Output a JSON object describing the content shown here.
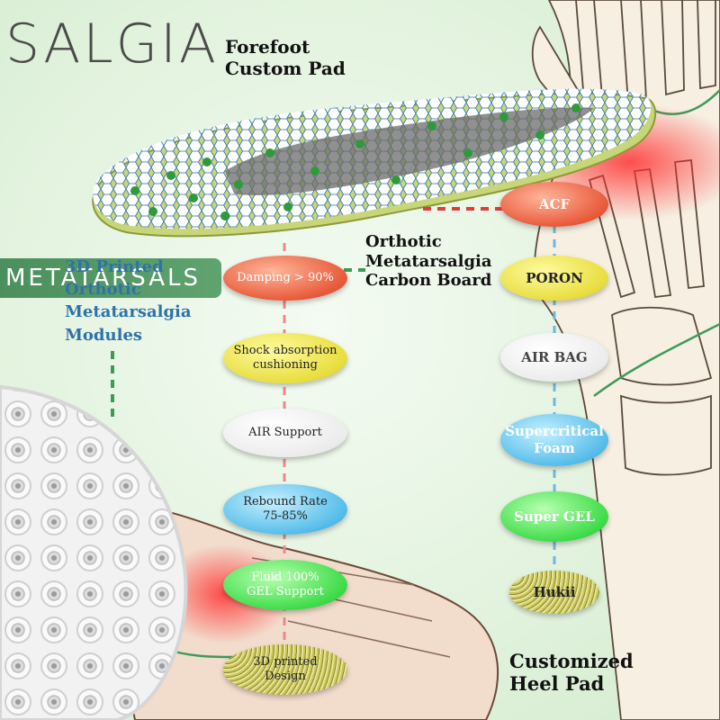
{
  "brand": {
    "name": "SALGIA"
  },
  "labels": {
    "forefoot": [
      "Forefoot",
      "Custom Pad"
    ],
    "orthotic": [
      "Orthotic",
      "Metatarsalgia",
      "Carbon Board"
    ],
    "modules": [
      "3D Printed",
      "Orthotic",
      "Metatarsalgia",
      "Modules"
    ],
    "heel_pad": [
      "Customized",
      "Heel Pad"
    ],
    "banner": "METATARSALS"
  },
  "left_modules": [
    {
      "lines": [
        "Damping > 90%"
      ],
      "color": "red"
    },
    {
      "lines": [
        "Shock absorption",
        "cushioning"
      ],
      "color": "yellow"
    },
    {
      "lines": [
        "AIR Support"
      ],
      "color": "white"
    },
    {
      "lines": [
        "Rebound Rate",
        "75-85%"
      ],
      "color": "blue"
    },
    {
      "lines": [
        "Fluid 100%",
        "GEL Support"
      ],
      "color": "green"
    },
    {
      "lines": [
        "3D printed",
        "Design"
      ],
      "color": "hex"
    }
  ],
  "right_modules": [
    {
      "lines": [
        "ACF"
      ],
      "color": "red"
    },
    {
      "lines": [
        "PORON"
      ],
      "color": "yellow"
    },
    {
      "lines": [
        "AIR BAG"
      ],
      "color": "white"
    },
    {
      "lines": [
        "Supercritical",
        "Foam"
      ],
      "color": "blue"
    },
    {
      "lines": [
        "Super GEL"
      ],
      "color": "green"
    },
    {
      "lines": [
        "Hukii"
      ],
      "color": "hex"
    }
  ],
  "colors": {
    "accent_green": "#3f9a58",
    "pain_red": "#ff4040",
    "module_blue": "#2e73a8"
  }
}
